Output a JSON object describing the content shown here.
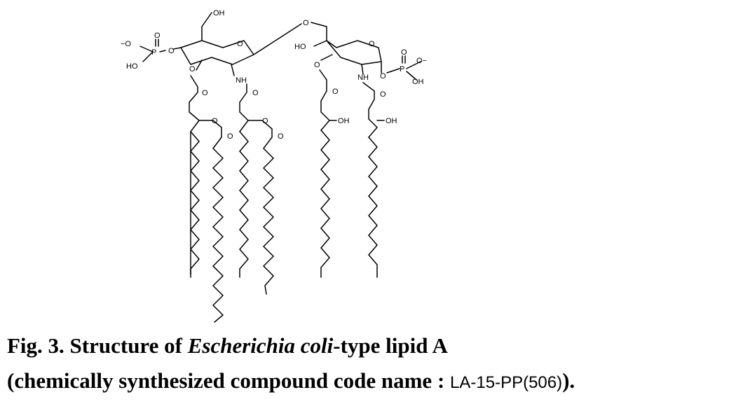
{
  "figure": {
    "labels": {
      "oh_top": "OH",
      "o_bridge": "O",
      "ring_o1": "O",
      "ring_o2": "O",
      "ho_ring2": "HO",
      "p_left": "P",
      "o_minus_left": "−O",
      "o_dbl_left": "O",
      "ho_p_left": "HO",
      "o_ester_left": "O",
      "p_right": "P",
      "o_minus_right": "O−",
      "o_dbl_right": "O",
      "oh_p_right": "OH",
      "o_ester_right": "O",
      "o_chain1": "O",
      "nh_1": "NH",
      "o_chain3": "O",
      "nh_2": "NH",
      "o_c1_carbonyl": "O",
      "o_c2_carbonyl": "O",
      "o_c3_carbonyl": "O",
      "o_c4_carbonyl": "O",
      "o_acyl_a": "O",
      "o_acyl_b": "O",
      "o_acyl_a_carbonyl": "O",
      "o_acyl_b_carbonyl": "O",
      "oh_c3": "OH",
      "oh_c4": "OH"
    }
  },
  "caption": {
    "line1_prefix": "Fig.  3.  Structure of ",
    "line1_italic": "Escherichia coli",
    "line1_suffix": "-type lipid A",
    "line2_prefix": "(chemically synthesized compound code name : ",
    "line2_code": "LA-15-PP(506)",
    "line2_suffix": ")."
  }
}
